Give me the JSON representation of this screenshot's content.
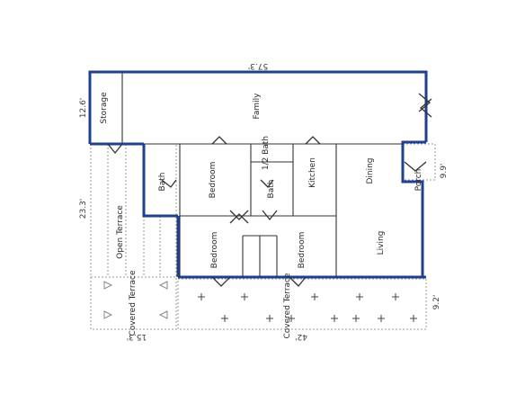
{
  "rooms": {
    "storage": "Storage",
    "family": "Family",
    "bath_left": "Bath",
    "bedroom_top": "Bedroom",
    "half_bath": "1/2 Bath",
    "bath_center": "Bath",
    "kitchen": "Kitchen",
    "dining": "Dining",
    "porch": "Porch",
    "open_terrace": "Open Terrace",
    "bedroom_bottom_left": "Bedroom",
    "bedroom_bottom_center": "Bedroom",
    "living": "Living",
    "covered_terrace_left": "Covered Terrace",
    "covered_terrace_bottom": "Covered Terrace"
  },
  "dimensions": {
    "top": "57.3'",
    "left_upper": "12.6'",
    "left_lower": "23.3'",
    "porch": "9.9'",
    "right_lower": "9.2'",
    "bottom_left": "15.3'",
    "bottom_main": "42'"
  },
  "colors": {
    "wall": "#1f3f8f",
    "interior": "#333333",
    "terrace": "#9a9a9a"
  }
}
